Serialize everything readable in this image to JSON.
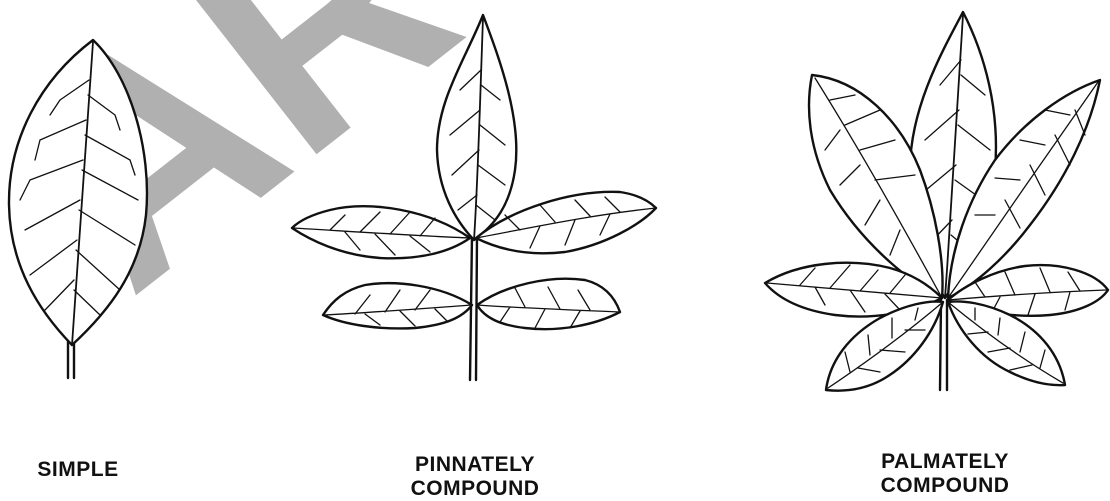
{
  "watermark": {
    "text": "ARC",
    "color": "#b0b0b0"
  },
  "captions": {
    "simple": [
      "SIMPLE"
    ],
    "pinnate": [
      "PINNATELY",
      "COMPOUND"
    ],
    "palmate": [
      "PALMATELY",
      "COMPOUND"
    ]
  },
  "colors": {
    "ink": "#111111",
    "background": "#ffffff"
  }
}
